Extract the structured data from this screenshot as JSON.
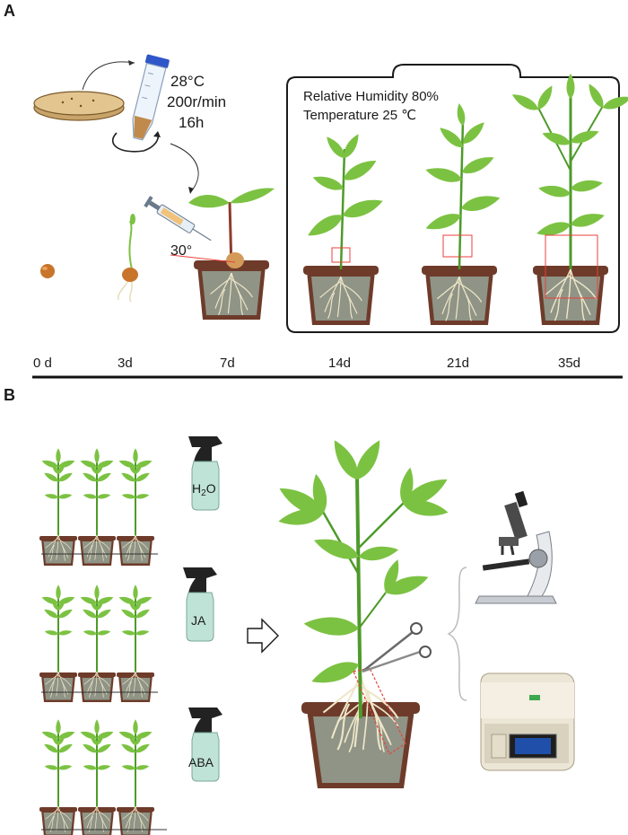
{
  "panel_a": {
    "letter": "A",
    "culture_conditions": [
      "28°C",
      "200r/min",
      "16h"
    ],
    "injection_angle": "30°",
    "environment": {
      "humidity": "Relative Humidity 80%",
      "temperature": "Temperature 25 ℃"
    },
    "timeline": [
      "0 d",
      "3d",
      "7d",
      "14d",
      "21d",
      "35d"
    ]
  },
  "panel_b": {
    "letter": "B",
    "treatments": [
      {
        "label": "H2O",
        "display_main": "H",
        "display_sub": "2",
        "display_tail": "O"
      },
      {
        "label": "JA"
      },
      {
        "label": "ABA"
      }
    ]
  },
  "colors": {
    "leaf": "#7cc242",
    "leaf_dark": "#4e9a2a",
    "pot": "#6e3b2a",
    "soil": "#8f9486",
    "root": "#efe6c8",
    "highlight_box": "#e8413c",
    "bottle": "#bfe3d6",
    "sprayer": "#222222"
  }
}
